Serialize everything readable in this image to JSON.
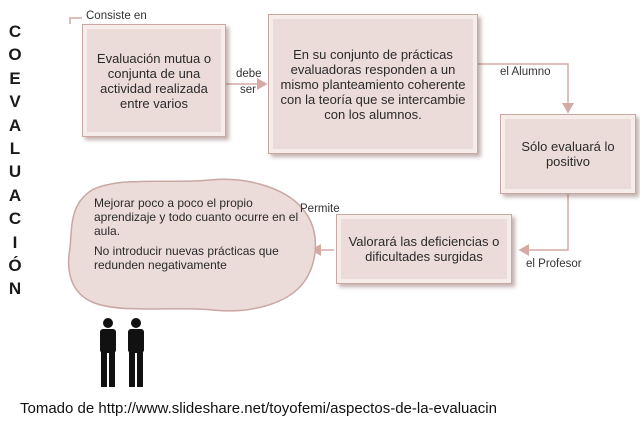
{
  "title_letters": [
    "C",
    "O",
    "E",
    "V",
    "A",
    "L",
    "U",
    "A",
    "C",
    "I",
    "Ó",
    "N"
  ],
  "labels": {
    "consiste_en": "Consiste en",
    "debe_ser_1": "debe",
    "debe_ser_2": "ser",
    "el_alumno": "el Alumno",
    "el_profesor": "el Profesor",
    "permite": "Permite"
  },
  "boxes": {
    "evaluacion": "Evaluación mutua o conjunta de una actividad realizada entre varios",
    "practicas": "En su conjunto de prácticas evaluadoras responden a un mismo planteamiento coherente con la teoría que se intercambie con los alumnos.",
    "solo": "Sólo evaluará lo positivo",
    "valorara": "Valorará las deficiencias o dificultades surgidas"
  },
  "cloud": {
    "p1": "Mejorar poco a poco el propio aprendizaje y todo cuanto ocurre en el aula.",
    "p2": "No introducir nuevas prácticas que redunden negativamente"
  },
  "footer": "Tomado de http://www.slideshare.net/toyofemi/aspectos-de-la-evaluacin",
  "colors": {
    "box_fill": "#ecdcd9",
    "line": "#d4aaa5",
    "border": "#c9a7a3"
  },
  "icons": [
    "people-icon"
  ]
}
